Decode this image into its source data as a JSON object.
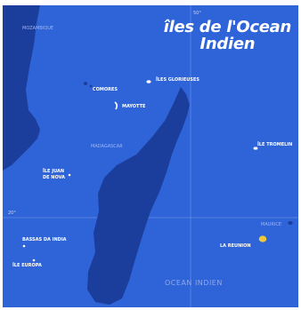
{
  "title": {
    "line1": "îles de l'Ocean",
    "line2": "Indien"
  },
  "ocean_label": "OCEAN INDIEN",
  "coordinates": {
    "longitude": "50°",
    "latitude": "20°"
  },
  "labels": {
    "mozambique": "MOZAMBIQUE",
    "comores": "COMORES",
    "glorieuses": "ÎLES GLORIEUSES",
    "mayotte": "MAYOTTE",
    "madagascar": "MADAGASCAR",
    "tromelin": "ÎLE TROMELIN",
    "juan_de_nova_1": "ÎLE JUAN",
    "juan_de_nova_2": "DE NOVA",
    "maurice": "MAURICE",
    "reunion": "LA REUNION",
    "bassas_da_india": "BASSAS DA INDIA",
    "europa": "ÎLE EUROPA"
  },
  "colors": {
    "sea": "#2f63d8",
    "land": "#1b3e9c",
    "grid": "#7f9df0",
    "reunion_highlight": "#f0c93a"
  }
}
